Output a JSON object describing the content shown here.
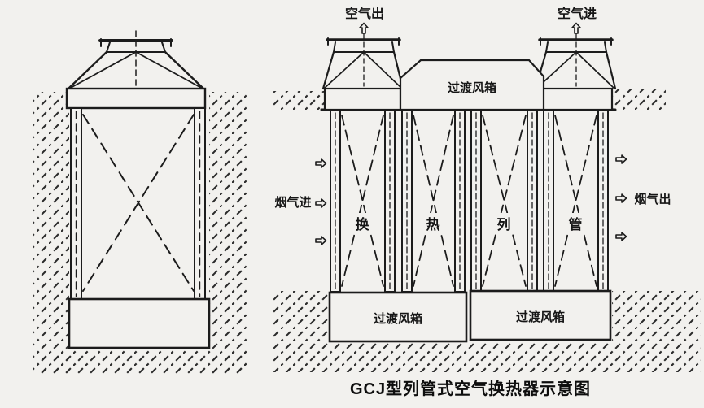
{
  "caption": "GCJ型列管式空气换热器示意图",
  "labels": {
    "air_out": "空气出",
    "air_in": "空气进",
    "top_box": "过渡风箱",
    "flue_in": "烟气进",
    "flue_out": "烟气出",
    "bottom_box_left": "过渡风箱",
    "bottom_box_right": "过渡风箱",
    "tubes": [
      "换",
      "热",
      "列",
      "管"
    ]
  },
  "icons": {
    "air_flow_arrow": "hollow-up-arrow ⇧",
    "flue_flow_arrow": "hollow-right-arrow ⇨"
  },
  "colors": {
    "line": "#1c1c1c",
    "paper": "#f2f1ee",
    "hatch": "#2a2a2a"
  }
}
